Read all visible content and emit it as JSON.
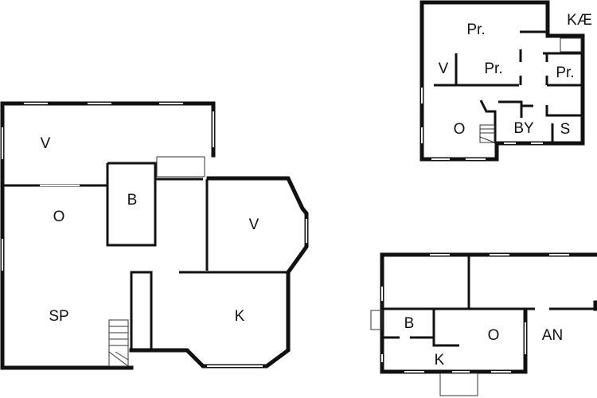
{
  "plans": {
    "ground_floor": {
      "rooms": [
        "V",
        "O",
        "B",
        "V",
        "SP",
        "K"
      ]
    },
    "upper_floor": {
      "rooms": [
        "Pr.",
        "KÆ",
        "V",
        "Pr.",
        "Pr.",
        "O",
        "BY",
        "S"
      ]
    },
    "annex": {
      "rooms": [
        "B",
        "O",
        "AN",
        "K"
      ]
    }
  }
}
